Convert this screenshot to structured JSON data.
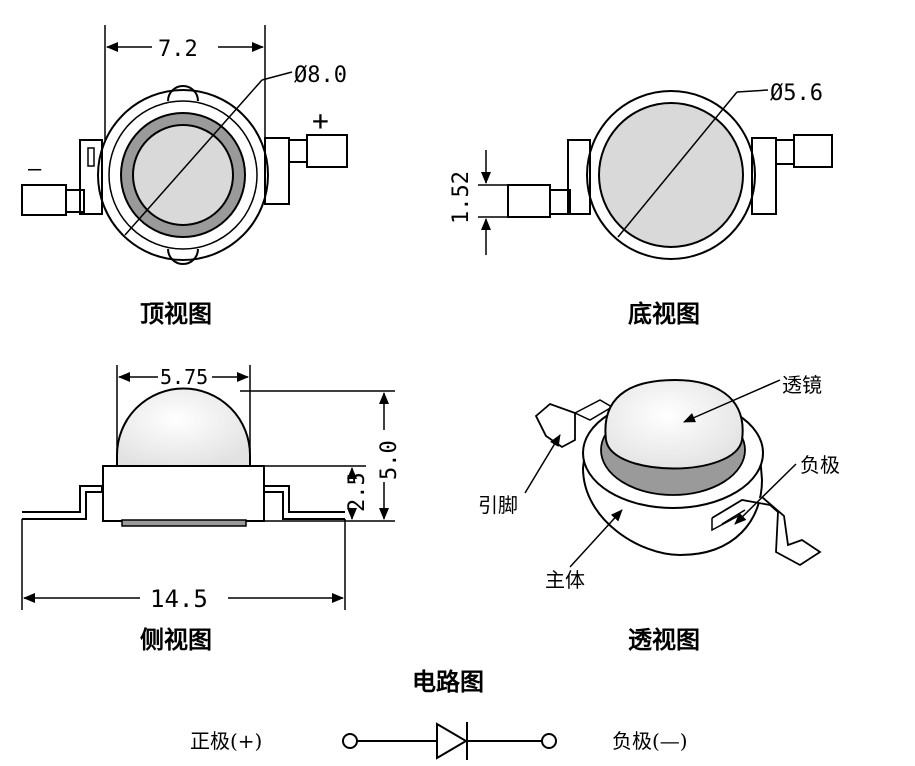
{
  "top_view": {
    "caption": "顶视图",
    "width_dim": "7.2",
    "diameter_dim": "Ø8.0",
    "plus": "+",
    "minus": "—"
  },
  "bottom_view": {
    "caption": "底视图",
    "diameter_dim": "Ø5.6",
    "height_dim": "1.52"
  },
  "side_view": {
    "caption": "侧视图",
    "top_dim": "5.75",
    "total_height_dim": "5.0",
    "body_height_dim": "2.5",
    "length_dim": "14.5"
  },
  "perspective_view": {
    "caption": "透视图",
    "lens_label": "透镜",
    "negative_label": "负极",
    "pin_label": "引脚",
    "body_label": "主体"
  },
  "circuit": {
    "title": "电路图",
    "positive_label": "正极(+)",
    "negative_label": "负极(—)"
  },
  "colors": {
    "line": "#000000",
    "lens_gray": "#d9d9d9",
    "ring_gray": "#9a9a9a",
    "hatch": "#bfbfbf"
  }
}
